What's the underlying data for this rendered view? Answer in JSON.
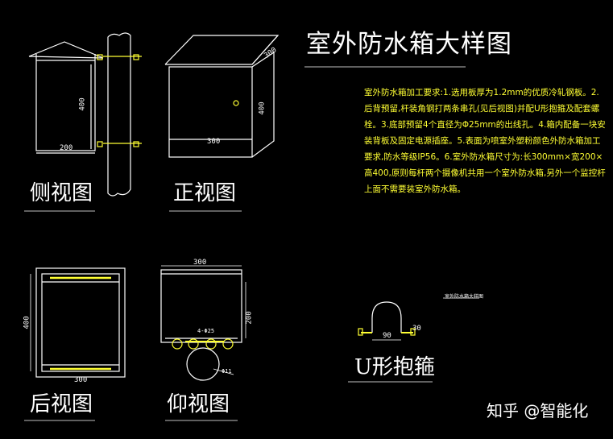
{
  "title": "室外防水箱大样图",
  "notes": "室外防水箱加工要求:1.选用板厚为1.2mm的优质冷轧钢板。2.后背预留,杆装角钢打两条串孔(见后视图)并配U形抱箍及配套螺栓。3.底部预留4个直径为Φ25mm的出线孔。4.箱内配备一块安装背板及固定电源插座。5.表面为喷室外塑粉颜色外防水箱加工要求,防水等级IP56。6.室外防水箱尺寸为:长300mm×宽200×高400,原则每杆两个摄像机共用一个室外防水箱,另外一个监控杆上面不需要装室外防水箱。",
  "views": {
    "side": {
      "label": "侧视图",
      "width": "200",
      "height": "400"
    },
    "front": {
      "label": "正视图",
      "width": "300",
      "height": "400",
      "roof": "300"
    },
    "back": {
      "label": "后视图",
      "width": "300",
      "height": "400"
    },
    "bottom": {
      "label": "仰视图",
      "width": "300",
      "height": "200",
      "hole": "4-Φ25",
      "pole": "Φ11"
    },
    "ubolt": {
      "label": "U形抱箍",
      "caption": "室外防水箱大样图",
      "width": "90",
      "leg": "30"
    }
  },
  "watermark": "知乎 @智能化",
  "colors": {
    "line": "#ffffff",
    "accent": "#ffff33",
    "background": "#000000"
  }
}
